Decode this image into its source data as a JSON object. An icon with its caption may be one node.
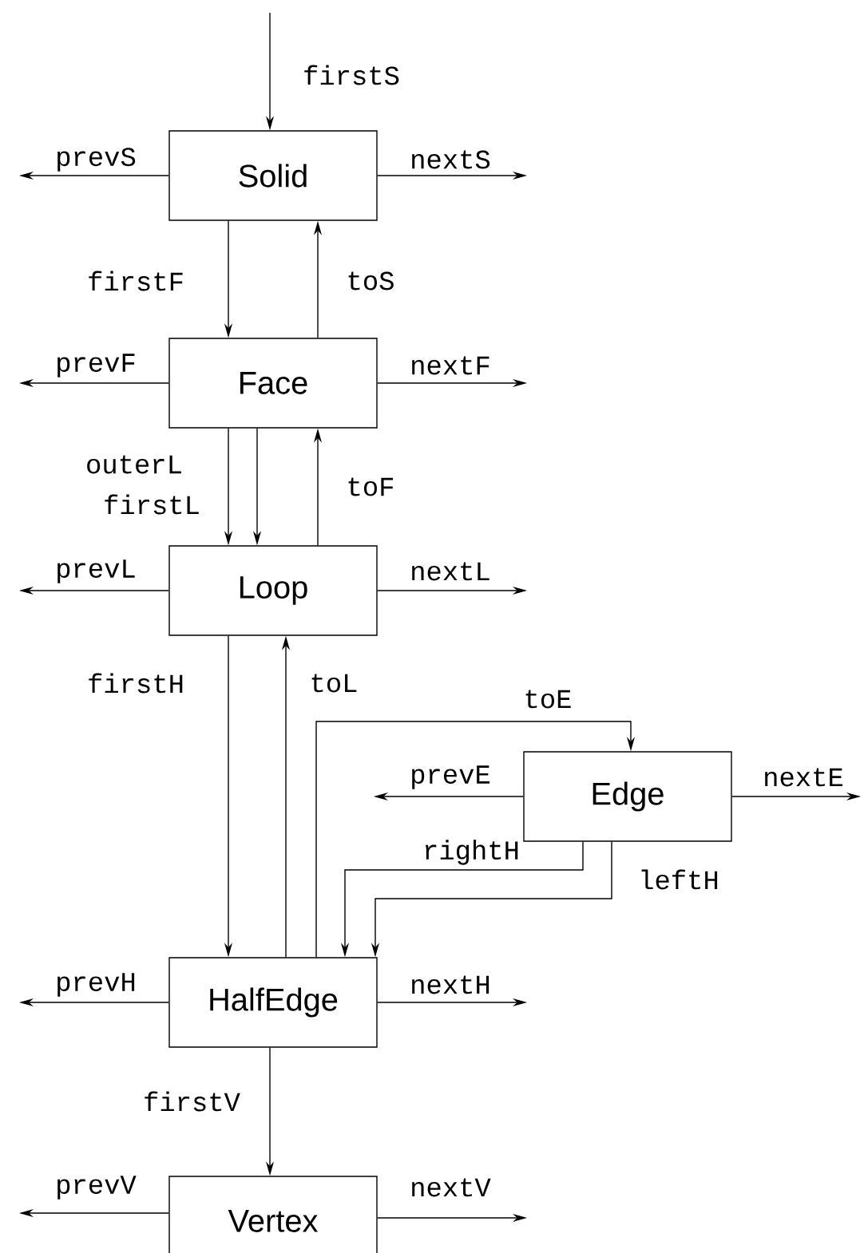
{
  "diagram": {
    "nodes": [
      {
        "text": [
          "Solid"
        ]
      },
      {
        "text": [
          "Face"
        ]
      },
      {
        "text": [
          "Loop"
        ]
      },
      {
        "text": [
          "Edge"
        ]
      },
      {
        "text": [
          "HalfEdge"
        ]
      },
      {
        "text": [
          "Vertex"
        ]
      }
    ],
    "edges": [
      {
        "from": null,
        "to": 0,
        "arrow": "to",
        "label": "firstS"
      },
      {
        "from": 0,
        "to": null,
        "arrow": "to",
        "label": "prevS"
      },
      {
        "from": 0,
        "to": null,
        "arrow": "to",
        "label": "nextS"
      },
      {
        "from": 0,
        "to": 1,
        "arrow": "to",
        "label": "firstF"
      },
      {
        "from": 1,
        "to": 0,
        "arrow": "to",
        "label": "toS"
      },
      {
        "from": 1,
        "to": null,
        "arrow": "to",
        "label": "prevF"
      },
      {
        "from": 1,
        "to": null,
        "arrow": "to",
        "label": "nextF"
      },
      {
        "from": 1,
        "to": 2,
        "arrow": "to",
        "label": "outerL"
      },
      {
        "from": 1,
        "to": 2,
        "arrow": "to",
        "label": "firstL"
      },
      {
        "from": 2,
        "to": 1,
        "arrow": "to",
        "label": "toF"
      },
      {
        "from": 2,
        "to": null,
        "arrow": "to",
        "label": "prevL"
      },
      {
        "from": 2,
        "to": null,
        "arrow": "to",
        "label": "nextL"
      },
      {
        "from": 2,
        "to": 4,
        "arrow": "to",
        "label": "firstH"
      },
      {
        "from": 4,
        "to": 2,
        "arrow": "to",
        "label": "toL"
      },
      {
        "from": 4,
        "to": 3,
        "arrow": "to",
        "label": "toE"
      },
      {
        "from": 3,
        "to": null,
        "arrow": "to",
        "label": "prevE"
      },
      {
        "from": 3,
        "to": null,
        "arrow": "to",
        "label": "nextE"
      },
      {
        "from": 3,
        "to": 4,
        "arrow": "to",
        "label": "rightH"
      },
      {
        "from": 3,
        "to": 4,
        "arrow": "to",
        "label": "leftH"
      },
      {
        "from": 4,
        "to": null,
        "arrow": "to",
        "label": "prevH"
      },
      {
        "from": 4,
        "to": null,
        "arrow": "to",
        "label": "nextH"
      },
      {
        "from": 4,
        "to": 5,
        "arrow": "to",
        "label": "firstV"
      },
      {
        "from": 5,
        "to": null,
        "arrow": "to",
        "label": "prevV"
      },
      {
        "from": 5,
        "to": null,
        "arrow": "to",
        "label": "nextV"
      }
    ]
  }
}
